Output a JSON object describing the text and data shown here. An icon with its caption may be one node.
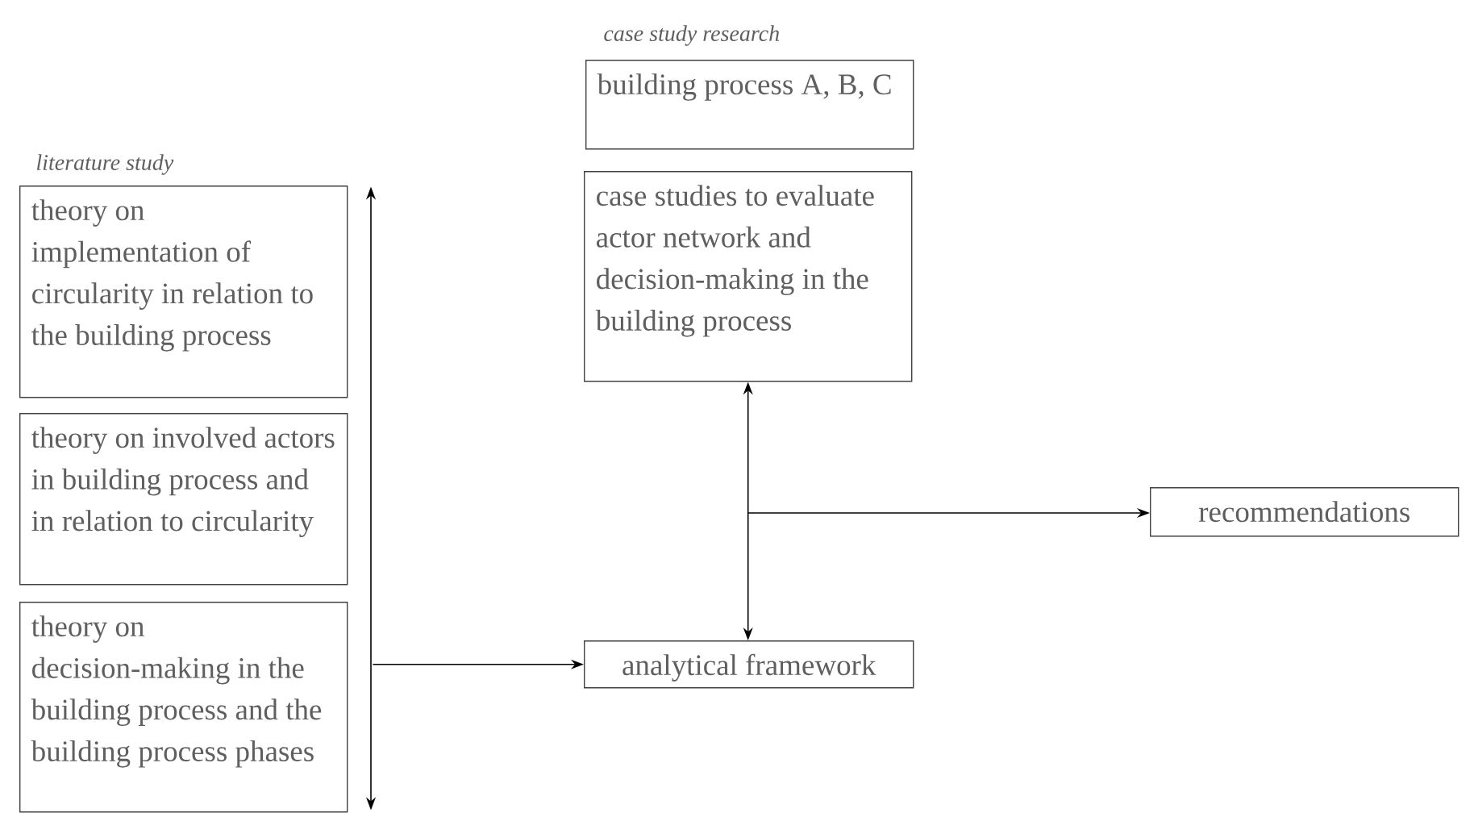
{
  "diagram": {
    "nodes": [
      {
        "text": [
          "theory on implementation of circularity in relation to the building process"
        ]
      },
      {
        "text": [
          "theory on involved actors in building process and in relation to circularity"
        ]
      },
      {
        "text": [
          "theory on decision-making in the building process and the building process phases"
        ]
      },
      {
        "text": [],
        "shape": "bar"
      },
      {
        "text": [
          "building process A, B, C"
        ]
      },
      {
        "text": [
          "case studies to evaluate actor network and decision-making in the building process"
        ]
      },
      {
        "text": [
          "analytical framework"
        ]
      },
      {
        "text": [
          "recommendations"
        ]
      }
    ],
    "edges": [
      {
        "from": 3,
        "to": 6,
        "arrow": "to"
      },
      {
        "from": 5,
        "to": 6,
        "arrow": "both"
      },
      {
        "from": null,
        "to": 7,
        "arrow": "to"
      }
    ],
    "labels": [
      "literature study",
      "case study research"
    ]
  }
}
